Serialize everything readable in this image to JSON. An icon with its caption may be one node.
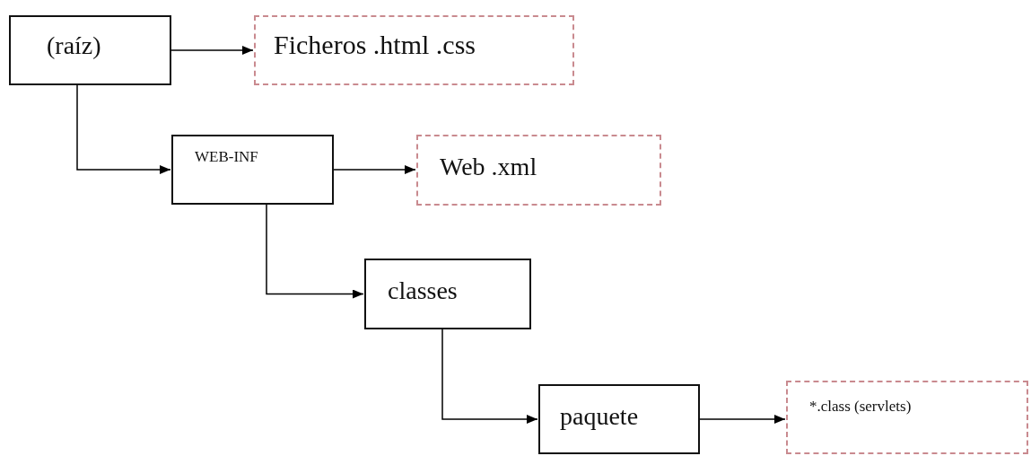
{
  "diagram": {
    "nodes": [
      {
        "text": [
          "(raíz)"
        ]
      },
      {
        "text": [
          "Ficheros .html .css"
        ]
      },
      {
        "text": [
          "WEB-INF"
        ]
      },
      {
        "text": [
          "Web .xml"
        ]
      },
      {
        "text": [
          "classes"
        ]
      },
      {
        "text": [
          "paquete"
        ]
      },
      {
        "text": [
          "*.class (servlets)"
        ]
      }
    ],
    "edges": [
      {
        "from": 0,
        "to": 1,
        "arrow": "to"
      },
      {
        "from": 0,
        "to": 2,
        "arrow": "to"
      },
      {
        "from": 2,
        "to": 3,
        "arrow": "to"
      },
      {
        "from": 2,
        "to": 4,
        "arrow": "to"
      },
      {
        "from": 4,
        "to": 5,
        "arrow": "to"
      },
      {
        "from": 5,
        "to": 6,
        "arrow": "to"
      }
    ]
  }
}
